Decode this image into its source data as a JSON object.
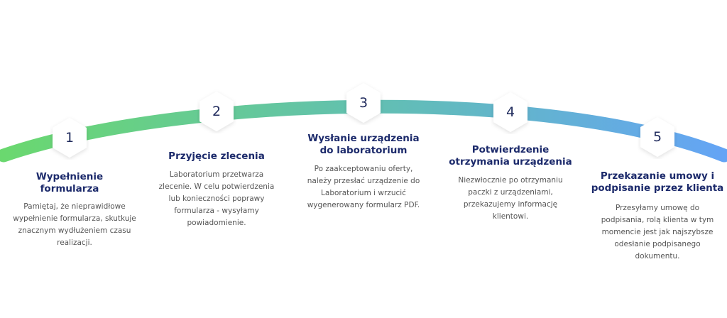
{
  "steps": [
    {
      "number": "1",
      "title": "Wypełnienie\nformularza",
      "description": "Pamiętaj, że nieprawidłowe\nwypełnienie formularza, skutkuje\nznacznym wydłużeniem czasu\nrealizacji."
    },
    {
      "number": "2",
      "title": "Przyjęcie zlecenia",
      "description": "Laboratorium przetwarza\nzlecenie. W celu potwierdzenia\nlub konieczności poprawy\nformularza - wysyłamy\npowiadomienie."
    },
    {
      "number": "3",
      "title": "Wysłanie urządzenia\ndo laboratorium",
      "description": "Po zaakceptowaniu oferty,\nnależy przesłać urządzenie do\nLaboratorium i wrzucić\nwygenerowany formularz PDF."
    },
    {
      "number": "4",
      "title": "Potwierdzenie\notrzymania urządzenia",
      "description": "Niezwłocznie po otrzymaniu\npaczki z urządzeniami,\nprzekazujemy informację\nklientowi."
    },
    {
      "number": "5",
      "title": "Przekazanie umowy i\npodpisanie przez klienta",
      "description": "Przesyłamy umowę do\npodpisania, rolą klienta w tym\nmomencie jest jak najszybsze\nodesłanie podpisanego\ndokumentu."
    }
  ],
  "colors": {
    "arc_start": "#6ad86f",
    "arc_mid": "#62c0b0",
    "arc_end": "#64a4f5",
    "title": "#1c2a6b",
    "text": "#555555"
  }
}
